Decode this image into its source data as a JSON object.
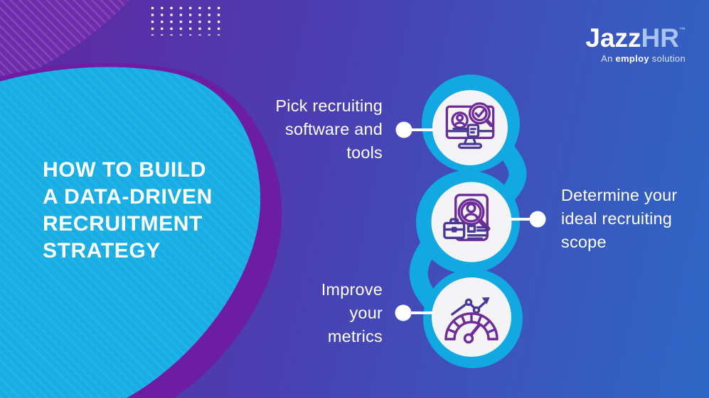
{
  "brand": {
    "jazz": "Jazz",
    "hr": "HR",
    "tm": "™",
    "tagline": {
      "an": "An",
      "employ": "employ",
      "solution": "solution"
    }
  },
  "title": {
    "lines": [
      "HOW TO BUILD",
      "A DATA-DRIVEN",
      "RECRUITMENT",
      "STRATEGY"
    ]
  },
  "steps": [
    {
      "lines": [
        "Pick recruiting",
        "software and",
        "tools"
      ],
      "icon": "monitor-candidate-search-icon",
      "align": "right"
    },
    {
      "lines": [
        "Determine your",
        "ideal recruiting",
        "scope"
      ],
      "icon": "resume-magnifier-briefcase-icon",
      "align": "left"
    },
    {
      "lines": [
        "Improve",
        "your",
        "metrics"
      ],
      "icon": "gauge-trend-arrow-icon",
      "align": "right"
    }
  ],
  "colors": {
    "background_gradient": [
      "#6026a0",
      "#4a40b2",
      "#2e68c6"
    ],
    "cyan_blob": "#18ade3",
    "cyan_ring": "#12a9e2",
    "purple_accent_band": "#6d1ca4",
    "striped_wedge": "#6e2cac",
    "circle_fill": "#f4f3f5",
    "icon_stroke_primary": "#6d2c99",
    "icon_stroke_secondary": "#4c3897",
    "text": "#ffffff",
    "logo_hr": "#a9c4ee"
  }
}
